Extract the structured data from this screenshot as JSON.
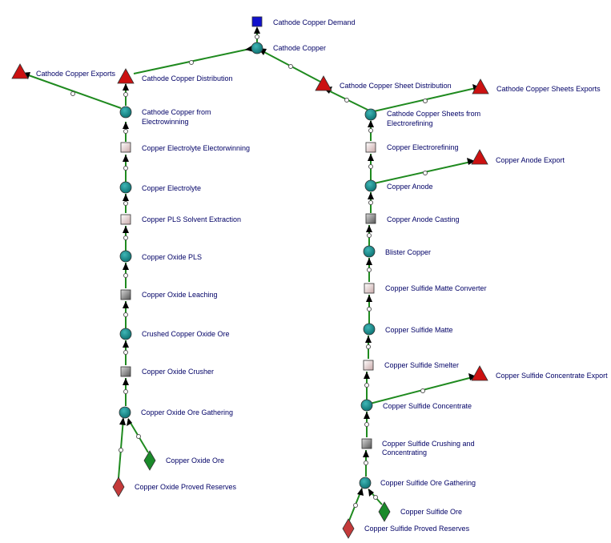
{
  "colors": {
    "edge": "#1f8a1f",
    "hub": "#0e8a8a",
    "sink": "#cc1111",
    "demand": "#1111cc",
    "source_ore": "#1a8a2a",
    "source_reserve": "#c43a3a",
    "label": "#000066"
  },
  "nodes": {
    "demand": {
      "label": "Cathode Copper Demand",
      "shape": "square-blue"
    },
    "cathode_cu": {
      "label": "Cathode Copper",
      "shape": "hub"
    },
    "cathode_exports": {
      "label": "Cathode Copper Exports",
      "shape": "triangle"
    },
    "cathode_dist": {
      "label": "Cathode Copper Distribution",
      "shape": "triangle"
    },
    "sheet_dist": {
      "label": "Cathode Copper Sheet Distribution",
      "shape": "triangle"
    },
    "sheet_exports": {
      "label": "Cathode Copper Sheets Exports",
      "shape": "triangle"
    },
    "cathode_ew": {
      "label1": "Cathode Copper from",
      "label2": "Electrowinning",
      "shape": "hub"
    },
    "sheets_er": {
      "label1": "Cathode Copper Sheets from",
      "label2": "Electrorefining",
      "shape": "hub"
    },
    "electrolyte_ew": {
      "label": "Copper Electrolyte Electorwinning",
      "shape": "process-light"
    },
    "electrorefining": {
      "label": "Copper Electrorefining",
      "shape": "process-light"
    },
    "anode_export": {
      "label": "Copper Anode Export",
      "shape": "triangle"
    },
    "electrolyte": {
      "label": "Copper Electrolyte",
      "shape": "hub"
    },
    "anode": {
      "label": "Copper Anode",
      "shape": "hub"
    },
    "pls_sx": {
      "label": "Copper PLS Solvent Extraction",
      "shape": "process-light"
    },
    "anode_casting": {
      "label": "Copper Anode Casting",
      "shape": "process-dark"
    },
    "oxide_pls": {
      "label": "Copper Oxide PLS",
      "shape": "hub"
    },
    "blister": {
      "label": "Blister Copper",
      "shape": "hub"
    },
    "matte_conv": {
      "label": "Copper Sulfide Matte Converter",
      "shape": "process-light"
    },
    "oxide_leach": {
      "label": "Copper Oxide Leaching",
      "shape": "process-dark"
    },
    "crushed_oxide": {
      "label": "Crushed Copper Oxide Ore",
      "shape": "hub"
    },
    "sulfide_matte": {
      "label": "Copper Sulfide Matte",
      "shape": "hub"
    },
    "sulfide_smelter": {
      "label": "Copper Sulfide Smelter",
      "shape": "process-light"
    },
    "oxide_crusher": {
      "label": "Copper Oxide Crusher",
      "shape": "process-dark"
    },
    "conc_export": {
      "label": "Copper Sulfide Concentrate Export",
      "shape": "triangle"
    },
    "sulfide_conc": {
      "label": "Copper Sulfide Concentrate",
      "shape": "hub"
    },
    "oxide_gather": {
      "label": "Copper Oxide Ore Gathering",
      "shape": "hub"
    },
    "crush_conc": {
      "label1": "Copper Sulfide Crushing and",
      "label2": "Concentrating",
      "shape": "process-dark"
    },
    "oxide_ore": {
      "label": "Copper Oxide Ore",
      "shape": "diamond-green"
    },
    "sulfide_gather": {
      "label": "Copper Sulfide Ore Gathering",
      "shape": "hub"
    },
    "oxide_reserves": {
      "label": "Copper Oxide Proved Reserves",
      "shape": "diamond-red"
    },
    "sulfide_ore": {
      "label": "Copper Sulfide Ore",
      "shape": "diamond-green"
    },
    "sulfide_reserves": {
      "label": "Copper Sulfide Proved Reserves",
      "shape": "diamond-red"
    }
  }
}
